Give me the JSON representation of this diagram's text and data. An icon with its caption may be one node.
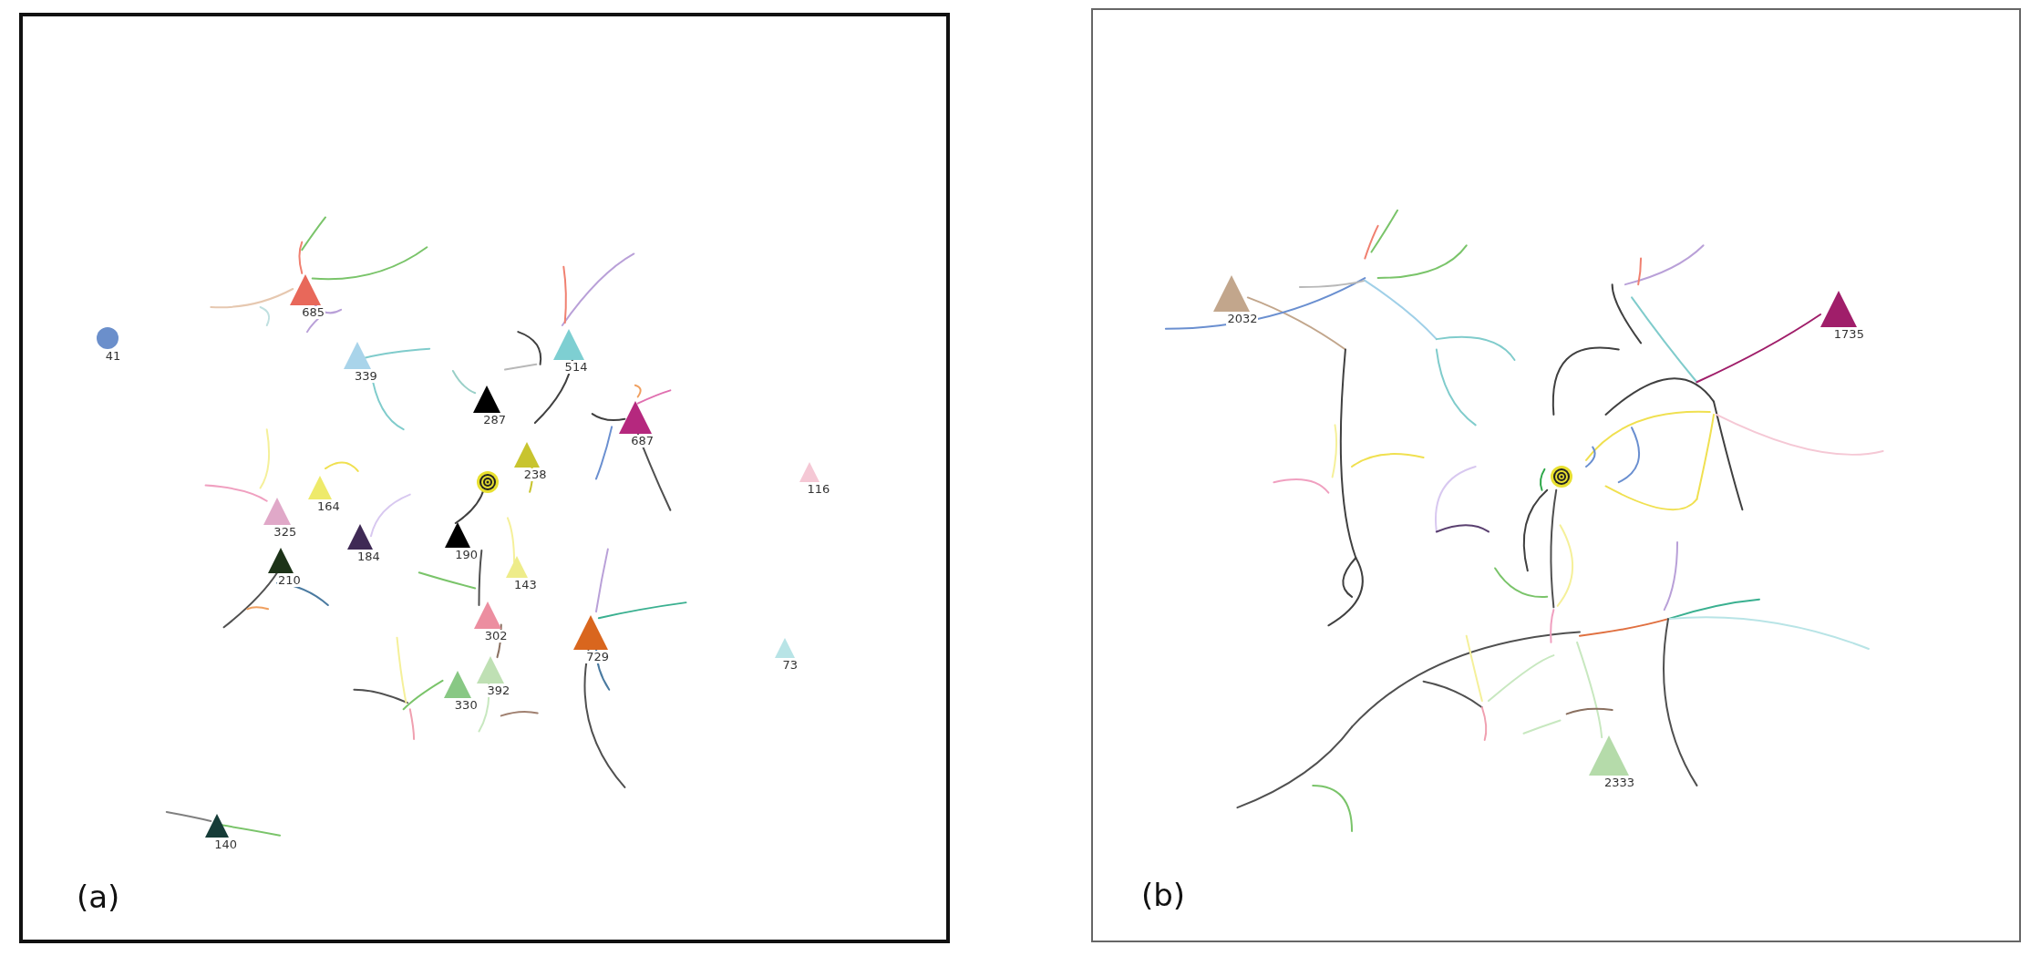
{
  "diagram": {
    "nodes": [
      {
        "text": [
          "(a)"
        ]
      },
      {
        "text": [
          "685"
        ],
        "in": 0
      },
      {
        "text": [
          "41"
        ],
        "in": 0
      },
      {
        "text": [
          "339"
        ],
        "in": 0
      },
      {
        "text": [
          "514"
        ],
        "in": 0
      },
      {
        "text": [
          "287"
        ],
        "in": 0
      },
      {
        "text": [
          "687"
        ],
        "in": 0
      },
      {
        "text": [
          "238"
        ],
        "in": 0
      },
      {
        "text": [
          "116"
        ],
        "in": 0
      },
      {
        "text": [
          "164"
        ],
        "in": 0
      },
      {
        "text": [
          "325"
        ],
        "in": 0
      },
      {
        "text": [
          "184"
        ],
        "in": 0
      },
      {
        "text": [
          "190"
        ],
        "in": 0
      },
      {
        "text": [
          "143"
        ],
        "in": 0
      },
      {
        "text": [
          "210"
        ],
        "in": 0
      },
      {
        "text": [
          "302"
        ],
        "in": 0
      },
      {
        "text": [
          "729"
        ],
        "in": 0
      },
      {
        "text": [
          "73"
        ],
        "in": 0
      },
      {
        "text": [
          "392"
        ],
        "in": 0
      },
      {
        "text": [
          "330"
        ],
        "in": 0
      },
      {
        "text": [
          "140"
        ],
        "in": 0
      },
      {
        "text": [
          "(b)"
        ]
      },
      {
        "text": [
          "2032"
        ],
        "in": 21
      },
      {
        "text": [
          "1735"
        ],
        "in": 21
      },
      {
        "text": [
          "2333"
        ],
        "in": 21
      }
    ]
  }
}
